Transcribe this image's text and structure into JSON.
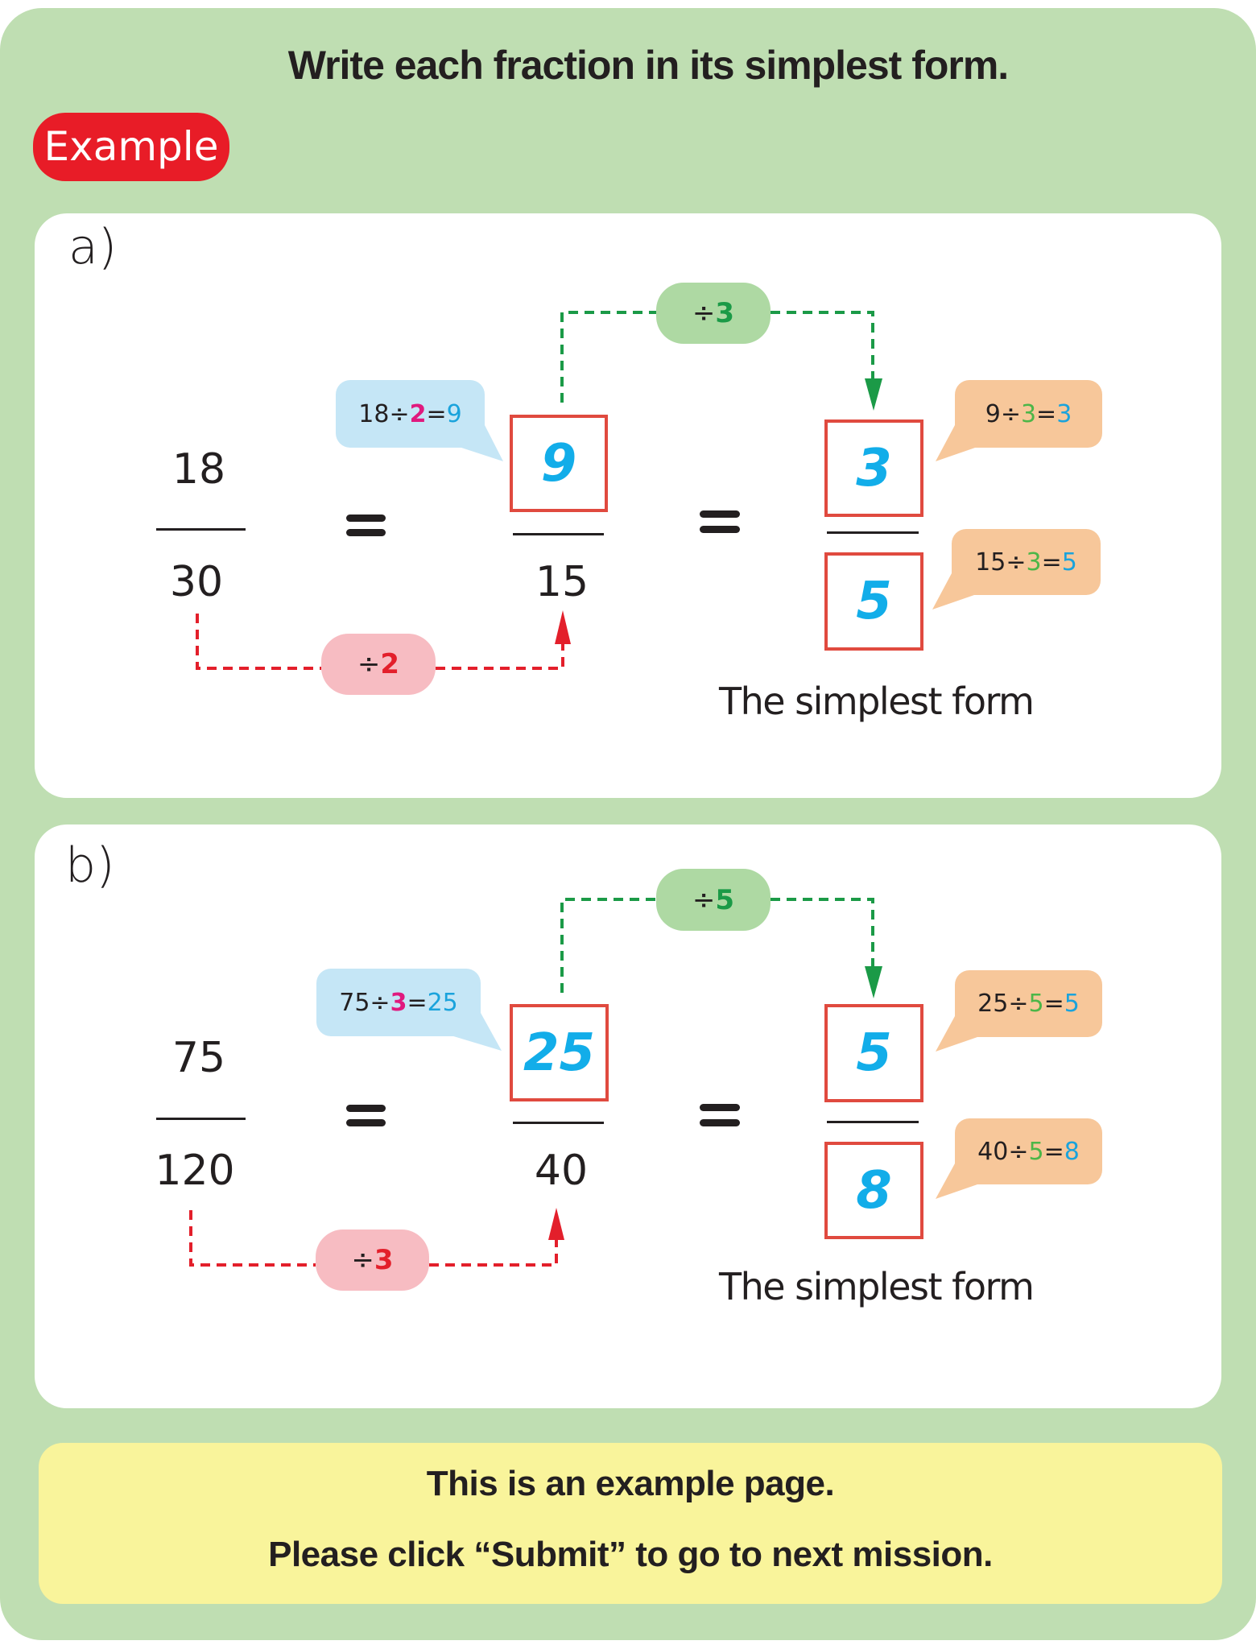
{
  "title": "Write each fraction in its simplest form.",
  "badge": "Example",
  "colors": {
    "panel": "#bfdeb2",
    "badge": "#e81c27",
    "box_border": "#e04a3f",
    "answer": "#12ade9",
    "green_arrow": "#1b9a47",
    "red_arrow": "#e31f2b",
    "note_bg": "#f9f49b"
  },
  "problems": [
    {
      "label": "a)",
      "numerator": "18",
      "denominator": "30",
      "step1": {
        "divisor_pill": {
          "op": "÷",
          "value": "2"
        },
        "hint": {
          "dividend": "18",
          "op": "÷",
          "divisor": "2",
          "eq": "=",
          "result": "9"
        },
        "numerator": "9",
        "denominator": "15"
      },
      "step2": {
        "divisor_pill": {
          "op": "÷",
          "value": "3"
        },
        "hint_top": {
          "dividend": "9",
          "op": "÷",
          "divisor": "3",
          "eq": "=",
          "result": "3"
        },
        "hint_bottom": {
          "dividend": "15",
          "op": "÷",
          "divisor": "3",
          "eq": "=",
          "result": "5"
        },
        "numerator": "3",
        "denominator": "5"
      },
      "caption": "The simplest form"
    },
    {
      "label": "b)",
      "numerator": "75",
      "denominator": "120",
      "step1": {
        "divisor_pill": {
          "op": "÷",
          "value": "3"
        },
        "hint": {
          "dividend": "75",
          "op": "÷",
          "divisor": "3",
          "eq": "=",
          "result": "25"
        },
        "numerator": "25",
        "denominator": "40"
      },
      "step2": {
        "divisor_pill": {
          "op": "÷",
          "value": "5"
        },
        "hint_top": {
          "dividend": "25",
          "op": "÷",
          "divisor": "5",
          "eq": "=",
          "result": "5"
        },
        "hint_bottom": {
          "dividend": "40",
          "op": "÷",
          "divisor": "5",
          "eq": "=",
          "result": "8"
        },
        "numerator": "5",
        "denominator": "8"
      },
      "caption": "The simplest form"
    }
  ],
  "note": {
    "line1": "This is an example page.",
    "line2": "Please click “Submit” to go to next mission."
  }
}
